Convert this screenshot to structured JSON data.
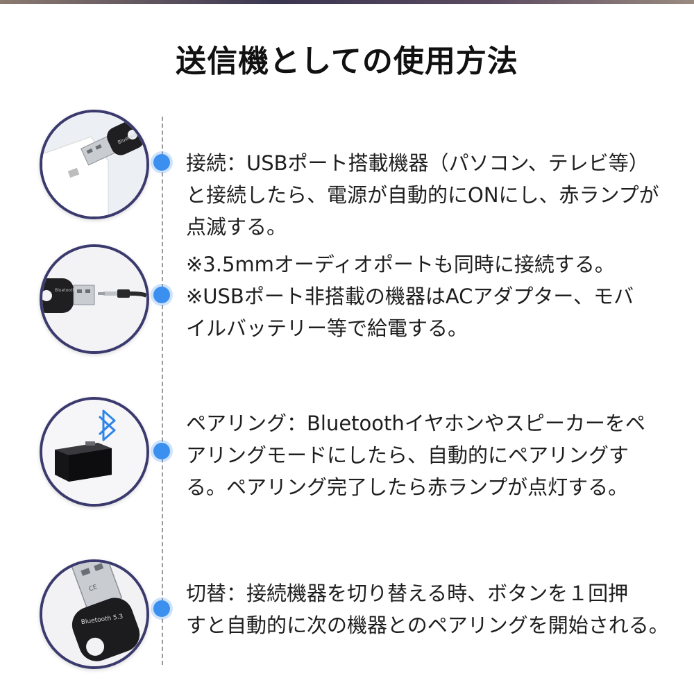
{
  "page": {
    "title": "送信機としての使用方法"
  },
  "steps": [
    {
      "id": "connect",
      "lines": [
        "接続：USBポート搭載機器（パソコン、テレビ等）",
        "と接続したら、電源が自動的にONにし、赤ランプが",
        "点滅する。"
      ],
      "icon": "usb-dongle-in-port-icon"
    },
    {
      "id": "notes",
      "lines": [
        "※3.5mmオーディオポートも同時に接続する。",
        "※USBポート非搭載の機器はACアダプター、モバ",
        "イルバッテリー等で給電する。"
      ],
      "icon": "usb-dongle-with-aux-cable-icon"
    },
    {
      "id": "pairing",
      "lines": [
        "ペアリング：Bluetoothイヤホンやスピーカーをペ",
        "アリングモードにしたら、自動的にペアリングす",
        "る。ペアリング完了したら赤ランプが点灯する。"
      ],
      "icon": "bluetooth-speaker-icon"
    },
    {
      "id": "switch",
      "lines": [
        "切替：接続機器を切り替える時、ボタンを１回押",
        "すと自動的に次の機器とのペアリングを開始される。"
      ],
      "icon": "usb-dongle-closeup-icon"
    }
  ],
  "colors": {
    "accent": "#3b8fef",
    "circle_border": "#3b3a6e",
    "text": "#1e1e1e"
  }
}
